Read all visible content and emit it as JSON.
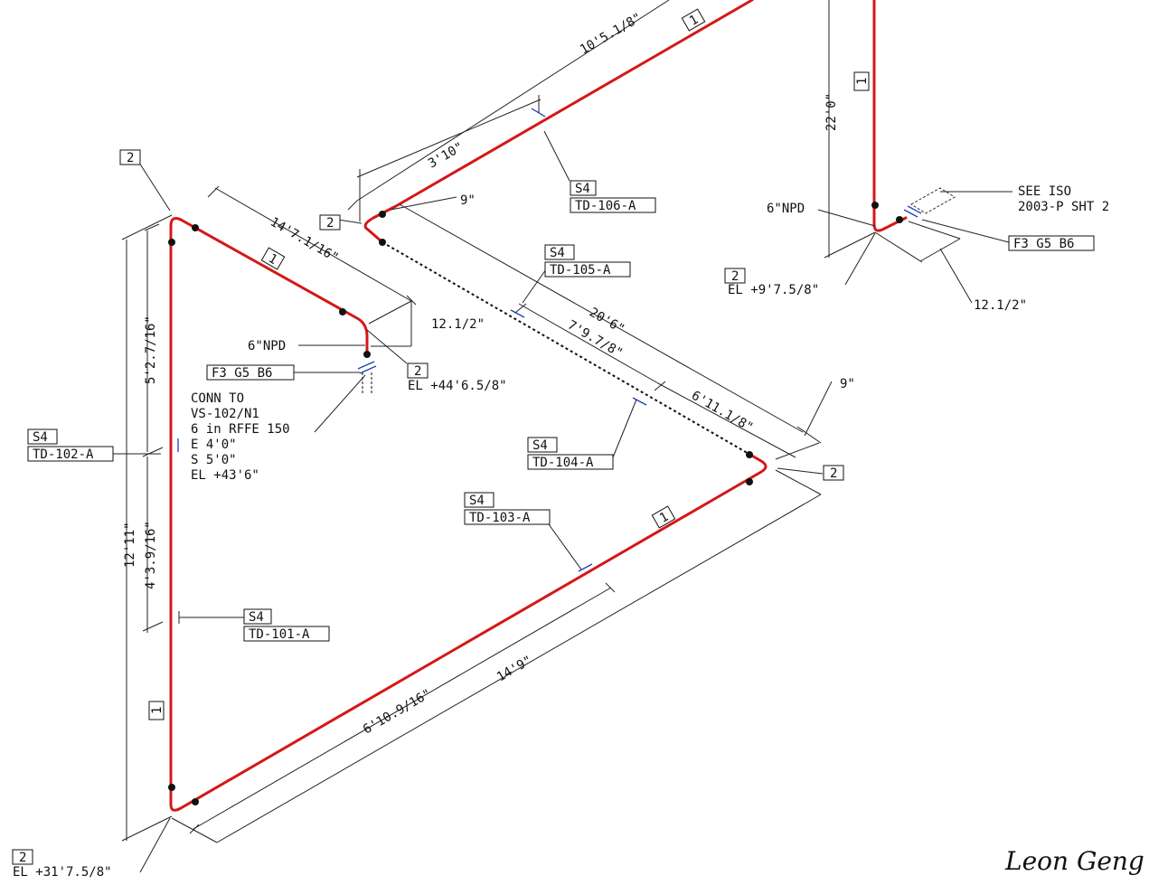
{
  "colors": {
    "pipe": "#d41818",
    "fitting": "#1c3fb8",
    "ink": "#111111"
  },
  "dimensions": {
    "d_10_5_1_8": "10'5.1/8\"",
    "d_3_10": "3'10\"",
    "d_9_top": "9\"",
    "d_14_7_1_16": "14'7.1/16\"",
    "d_12_1_2_left": "12.1/2\"",
    "d_20_6": "20'6\"",
    "d_7_9_7_8": "7'9.7/8\"",
    "d_6_11_1_8": "6'11.1/8\"",
    "d_9_right": "9\"",
    "d_5_2_7_16": "5'2.7/16\"",
    "d_12_11": "12'11\"",
    "d_4_3_9_16": "4'3.9/16\"",
    "d_6_10_9_16": "6'10.9/16\"",
    "d_14_9": "14'9\"",
    "d_22_0": "22'0\"",
    "d_12_1_2_right": "12.1/2\""
  },
  "spec_tags": {
    "s4": "S4",
    "td_101": "TD-101-A",
    "td_102": "TD-102-A",
    "td_103": "TD-103-A",
    "td_104": "TD-104-A",
    "td_105": "TD-105-A",
    "td_106": "TD-106-A"
  },
  "item_numbers": {
    "one": "1",
    "two": "2"
  },
  "notes": {
    "npd_left": "6\"NPD",
    "npd_right": "6\"NPD",
    "flange_left": "F3 G5 B6",
    "flange_right": "F3 G5 B6",
    "el_nozzle": "EL +44'6.5/8\"",
    "el_bottom": "EL +31'7.5/8\"",
    "el_right": "EL +9'7.5/8\"",
    "conn_lines": [
      "CONN TO",
      "VS-102/N1",
      "6 in RFFE 150",
      "E 4'0\"",
      "S 5'0\"",
      "EL +43'6\""
    ],
    "see_iso_lines": [
      "SEE ISO",
      "2003-P SHT 2"
    ]
  },
  "signature": "Leon Geng"
}
